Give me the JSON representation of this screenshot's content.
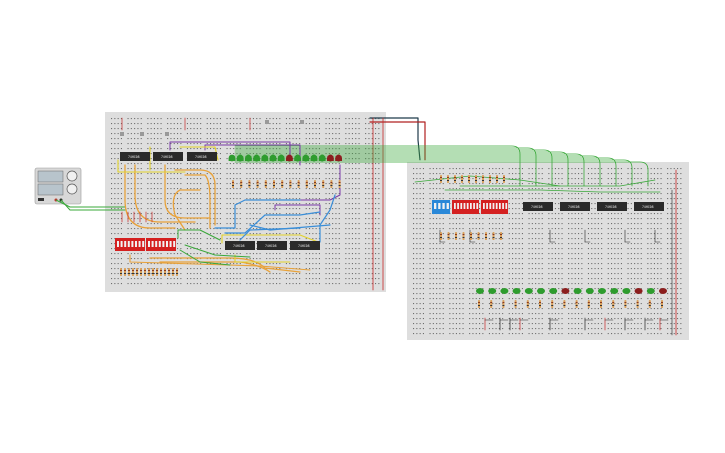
{
  "chips": {
    "left_top": [
      "74HC08",
      "74HC08",
      "74HC08"
    ],
    "left_bottom": [
      "74HC08",
      "74HC08",
      "74HC08"
    ],
    "right": [
      "74HC08",
      "74HC08",
      "74HC08",
      "74HC08"
    ]
  },
  "leds": {
    "left_colors": [
      "#2e9c2e",
      "#2e9c2e",
      "#2e9c2e",
      "#2e9c2e",
      "#2e9c2e",
      "#2e9c2e",
      "#2e9c2e",
      "#8b1e1e",
      "#2e9c2e",
      "#2e9c2e",
      "#2e9c2e",
      "#2e9c2e",
      "#8b1e1e",
      "#8b1e1e"
    ],
    "right_colors": [
      "#2e9c2e",
      "#2e9c2e",
      "#2e9c2e",
      "#2e9c2e",
      "#2e9c2e",
      "#2e9c2e",
      "#2e9c2e",
      "#8b1e1e",
      "#2e9c2e",
      "#2e9c2e",
      "#2e9c2e",
      "#2e9c2e",
      "#2e9c2e",
      "#8b1e1e",
      "#2e9c2e",
      "#8b1e1e"
    ]
  },
  "colors": {
    "breadboard": "#dedede",
    "hole": "#6e6e6e",
    "wire_green": "#3aa83a",
    "wire_orange": "#e8a23a",
    "wire_blue": "#3a8ed8",
    "wire_purple": "#7a3aa8",
    "wire_yellow": "#e2d22a",
    "rail_red": "#c82828",
    "dip_red": "#d42020",
    "dip_blue": "#2a88d8"
  }
}
